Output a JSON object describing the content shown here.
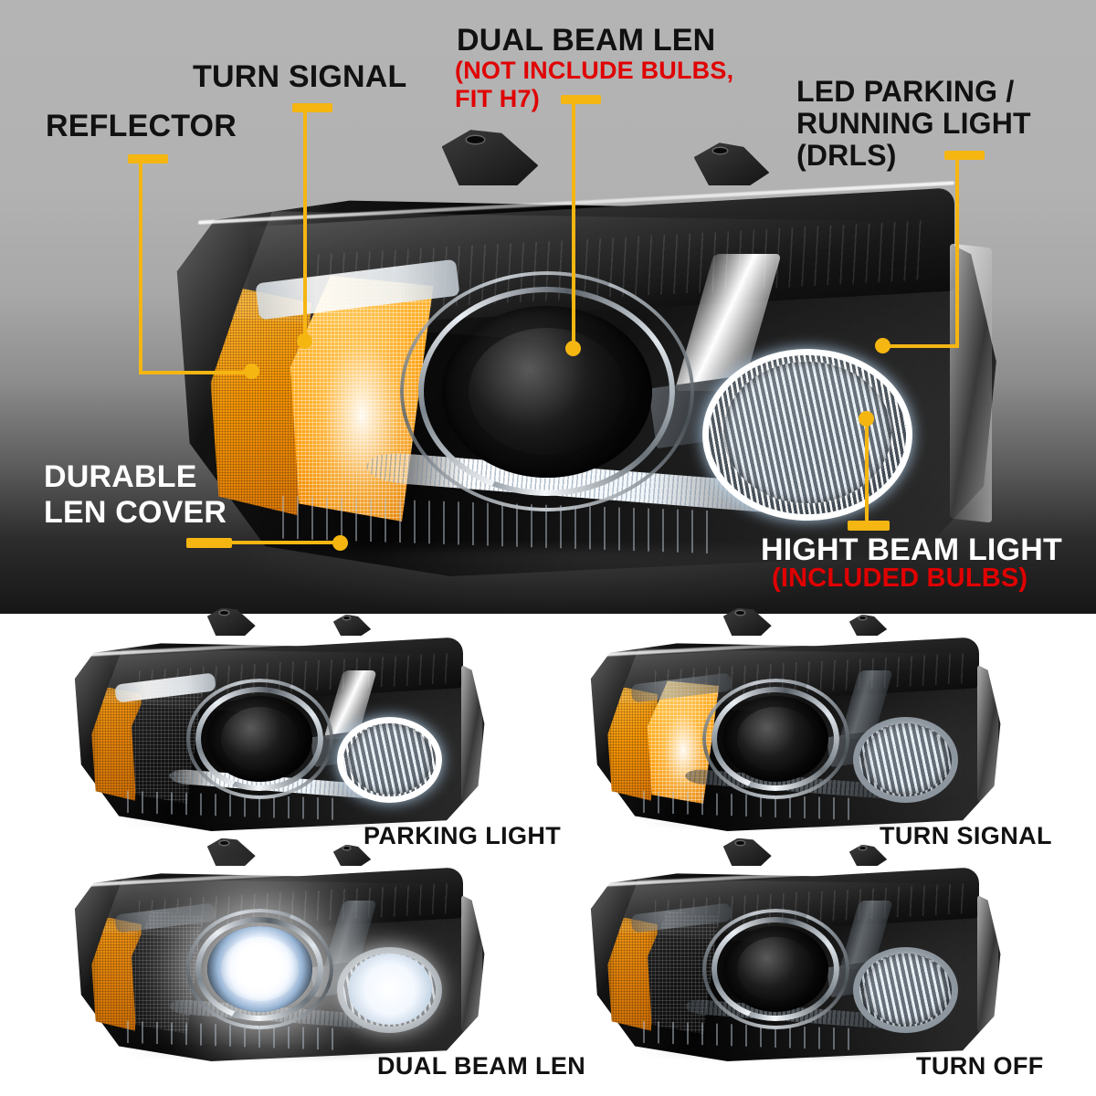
{
  "hero": {
    "background_top_color": "#b4b4b4",
    "background_bottom_color": "#161616",
    "accent_color": "#f5b612",
    "callouts": [
      {
        "id": "reflector",
        "text": "REFLECTOR",
        "color": "#111111",
        "note": null,
        "note_color": null
      },
      {
        "id": "turn-signal",
        "text": "TURN SIGNAL",
        "color": "#111111",
        "note": null,
        "note_color": null
      },
      {
        "id": "dual-beam",
        "text": "DUAL BEAM LEN",
        "color": "#111111",
        "note": "(NOT INCLUDE BULBS,\nFIT H7)",
        "note_color": "#e00000"
      },
      {
        "id": "led-parking",
        "text": "LED PARKING /\nRUNNING LIGHT\n(DRLS)",
        "color": "#111111",
        "note": null,
        "note_color": null
      },
      {
        "id": "durable-len",
        "text": "DURABLE\nLEN COVER",
        "color": "#ffffff",
        "note": null,
        "note_color": null
      },
      {
        "id": "high-beam",
        "text": "HIGHT BEAM LIGHT",
        "color": "#ffffff",
        "note": "(INCLUDED BULBS)",
        "note_color": "#e00000"
      }
    ]
  },
  "grid": {
    "cells": [
      {
        "id": "parking-light",
        "caption": "PARKING LIGHT",
        "state": "drl-on-turn-off"
      },
      {
        "id": "turn-signal",
        "caption": "TURN SIGNAL",
        "state": "turn-on-drl-off"
      },
      {
        "id": "dual-beam-len",
        "caption": "DUAL BEAM LEN",
        "state": "projector-on"
      },
      {
        "id": "turn-off",
        "caption": "TURN OFF",
        "state": "all-off"
      }
    ]
  }
}
